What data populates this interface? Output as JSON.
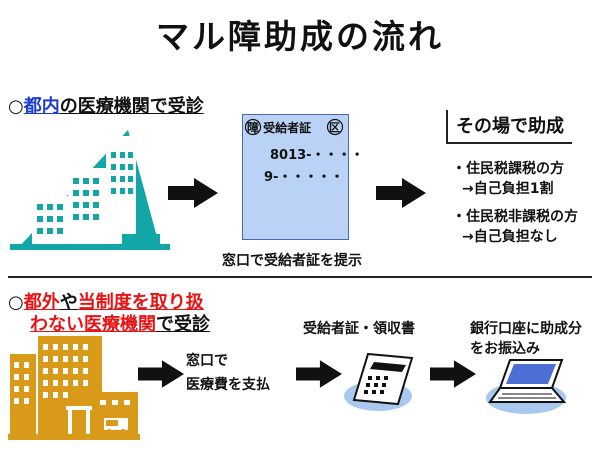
{
  "title": "マル障助成の流れ",
  "section1": {
    "bullet": "○",
    "heading_part1": "都内",
    "heading_part2": "の医療機関で受診",
    "card": {
      "header": "障 受給者証",
      "seal": "区",
      "line1": "8013-・・・・",
      "line2": "9-・・・・・"
    },
    "card_caption": "窓口で受給者証を提示",
    "result_badge": "その場で助成",
    "result_items": [
      {
        "label": "・住民税課税の方",
        "detail": "→自己負担1割"
      },
      {
        "label": "・住民税非課税の方",
        "detail": "→自己負担なし"
      }
    ]
  },
  "section2": {
    "bullet": "○",
    "heading_line1_part1": "都外",
    "heading_line1_part2": "や",
    "heading_line1_part3": "当制度を取り扱",
    "heading_line2_part1": "わない医療機関",
    "heading_line2_part2": "で受診",
    "step1_line1": "窓口で",
    "step1_line2": "医療費を支払",
    "step2_label": "受給者証・領収書",
    "step3_line1": "銀行口座に助成分",
    "step3_line2": "をお振込み"
  },
  "colors": {
    "accent_blue": "#1a3ccf",
    "accent_red": "#e81313",
    "hospital_teal": "#12a6a6",
    "building_gold": "#d99a1a",
    "card_blue": "#b9d2f6"
  }
}
